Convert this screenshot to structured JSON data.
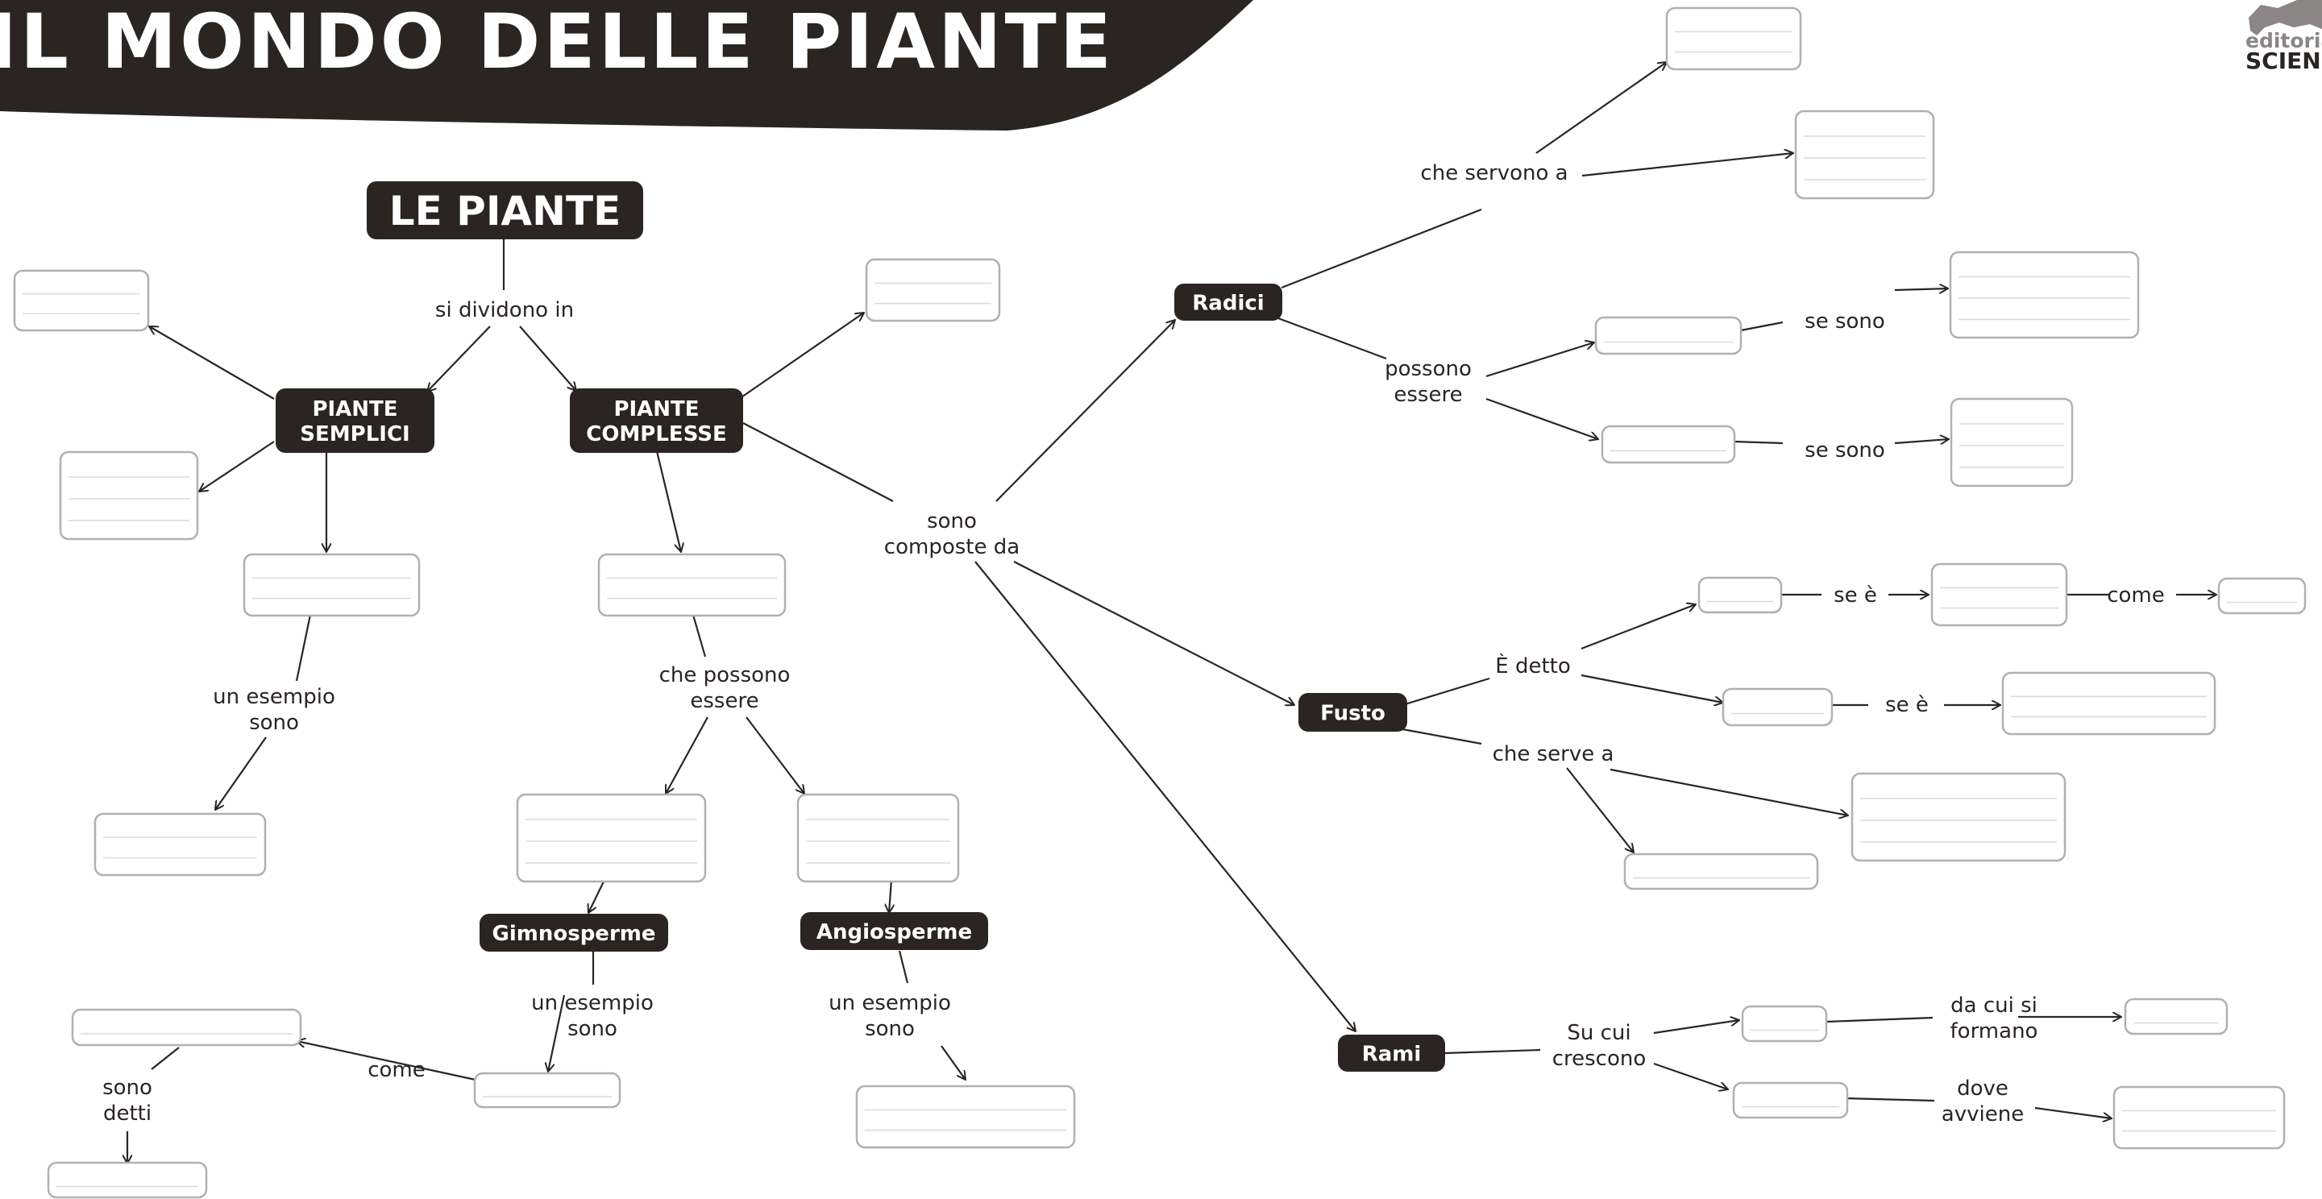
{
  "header": {
    "title": "IL MONDO DELLE PIANTE",
    "logo_top": "editoria",
    "logo_bottom": "SCIENZ"
  },
  "colors": {
    "banner": "#2a2523",
    "node_fill": "#2a2523",
    "node_text": "#ffffff",
    "box_border": "#b3b0ae",
    "line": "#2a2523"
  },
  "nodes": {
    "le_piante": "LE PIANTE",
    "piante_semplici": [
      "PIANTE",
      "SEMPLICI"
    ],
    "piante_complesse": [
      "PIANTE",
      "COMPLESSE"
    ],
    "gimnosperme": "Gimnosperme",
    "angiosperme": "Angiosperme",
    "radici": "Radici",
    "fusto": "Fusto",
    "rami": "Rami"
  },
  "labels": {
    "si_dividono_in": [
      "si dividono in"
    ],
    "un_esempio_semplici": [
      "un esempio",
      "sono"
    ],
    "che_possono_essere": [
      "che possono",
      "essere"
    ],
    "un_esempio_gimno": [
      "un esempio",
      "sono"
    ],
    "un_esempio_angio": [
      "un esempio",
      "sono"
    ],
    "come_left": [
      "come"
    ],
    "sono_detti": [
      "sono",
      "detti"
    ],
    "sono_composte_da": [
      "sono",
      "composte da"
    ],
    "che_servono_a": [
      "che servono a"
    ],
    "possono_essere": [
      "possono",
      "essere"
    ],
    "se_sono_1": [
      "se sono"
    ],
    "se_sono_2": [
      "se sono"
    ],
    "e_detto": [
      "È detto"
    ],
    "se_e_1": [
      "se è"
    ],
    "come_fusto": [
      "come"
    ],
    "se_e_2": [
      "se è"
    ],
    "che_serve_a": [
      "che serve a"
    ],
    "su_cui_crescono": [
      "Su cui",
      "crescono"
    ],
    "da_cui_si_formano": [
      "da cui si",
      "formano"
    ],
    "dove_avviene": [
      "dove",
      "avviene"
    ]
  }
}
